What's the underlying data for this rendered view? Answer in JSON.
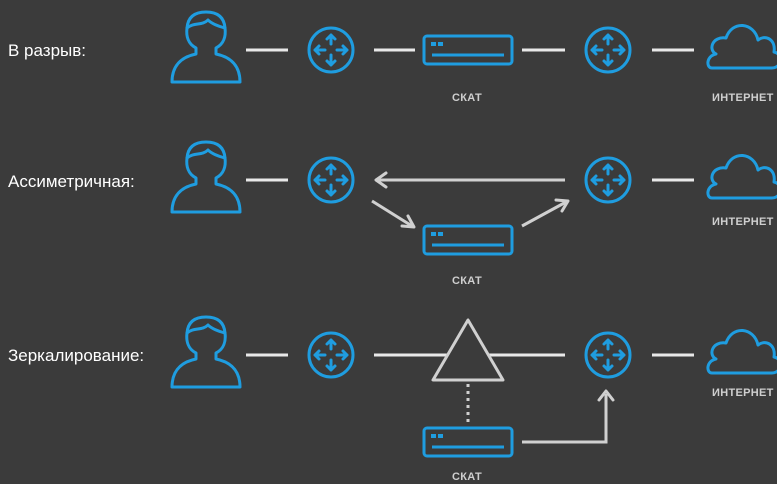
{
  "rows": [
    {
      "label": "В разрыв:",
      "sensor_caption": "СКАТ",
      "cloud_caption": "ИНТЕРНЕТ"
    },
    {
      "label": "Ассиметричная:",
      "sensor_caption": "СКАТ",
      "cloud_caption": "ИНТЕРНЕТ"
    },
    {
      "label": "Зеркалирование:",
      "sensor_caption": "СКАТ",
      "cloud_caption": "ИНТЕРНЕТ"
    }
  ],
  "colors": {
    "background": "#3b3b3b",
    "icon": "#1f9de0",
    "link": "#e8e8e8",
    "text": "#ffffff"
  },
  "icons": {
    "user": "user-icon",
    "router": "router-icon",
    "sensor": "server-appliance-icon",
    "cloud": "cloud-icon",
    "splitter": "tap-triangle-icon"
  }
}
